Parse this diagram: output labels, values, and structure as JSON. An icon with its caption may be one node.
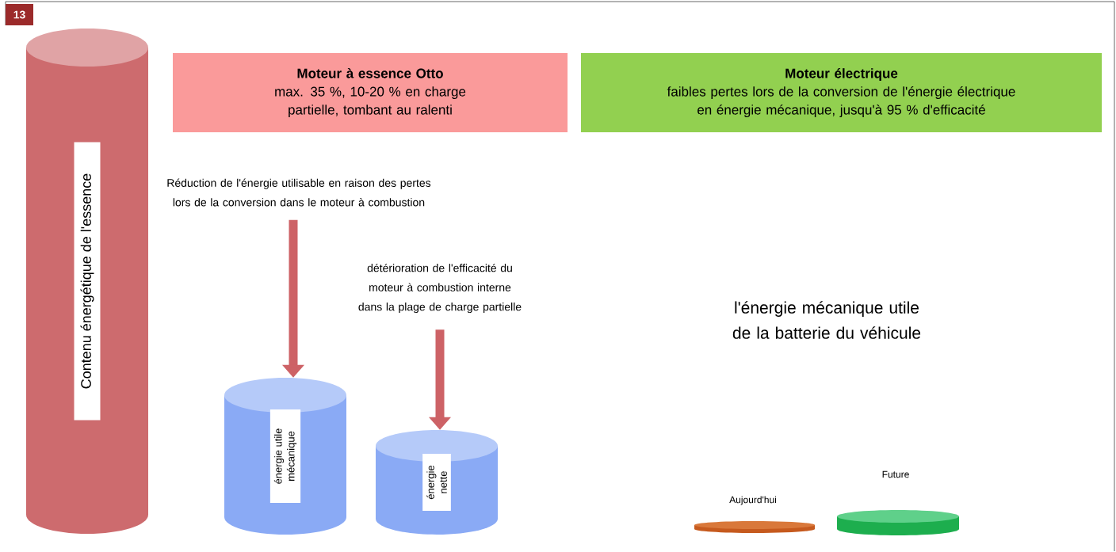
{
  "diagram": {
    "nodes": [
      {
        "text": [
          "Contenu énergétique de l'essence"
        ]
      },
      {
        "text": [
          "Moteur à essence Otto",
          "max. 35 %, 10-20 % en charge partielle, tombant au ralenti"
        ]
      },
      {
        "text": [
          "Moteur électrique",
          "faibles pertes lors de la conversion de l'énergie électrique en énergie mécanique, jusqu'à 95 % d'efficacité"
        ]
      },
      {
        "text": [
          "Réduction de l'énergie utilisable en raison des pertes lors de la conversion dans le moteur à combustion"
        ]
      },
      {
        "text": [
          "détérioration de l'efficacité du moteur à combustion interne dans la plage de charge partielle"
        ]
      },
      {
        "text": [
          "énergie utile mécanique"
        ]
      },
      {
        "text": [
          "énergie nette"
        ]
      },
      {
        "text": [],
        "shape": "cylinder",
        "beside": [
          "Aujourd'hui"
        ]
      },
      {
        "text": [],
        "shape": "cylinder",
        "beside": [
          "Future"
        ]
      }
    ],
    "edges": [
      {
        "from": 3,
        "to": 5,
        "arrow": "to"
      },
      {
        "from": 4,
        "to": 6,
        "arrow": "to"
      }
    ],
    "labels": [
      "13",
      "l'énergie mécanique utile de la batterie du véhicule"
    ]
  }
}
